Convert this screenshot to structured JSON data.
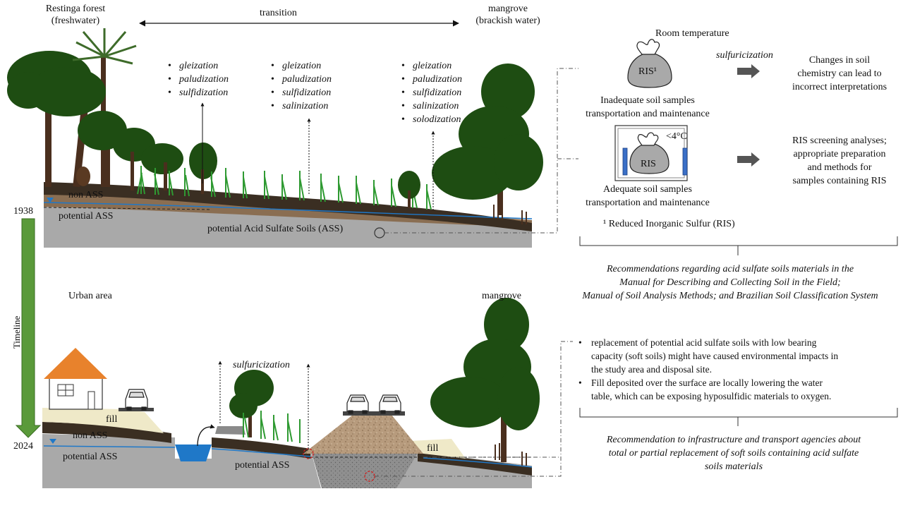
{
  "top_labels": {
    "restinga": "Restinga forest",
    "restinga_sub": "(freshwater)",
    "transition": "transition",
    "mangrove": "mangrove",
    "mangrove_sub": "(brackish water)"
  },
  "process_groups": [
    [
      "gleization",
      "paludization",
      "sulfidization"
    ],
    [
      "gleization",
      "paludization",
      "sulfidization",
      "salinization"
    ],
    [
      "gleization",
      "paludization",
      "sulfidization",
      "salinization",
      "solodization"
    ]
  ],
  "profile_1938": {
    "year": "1938",
    "non_ass": "non ASS",
    "potential_ass": "potential ASS",
    "potential_full": "potential Acid Sulfate Soils (ASS)"
  },
  "timeline": {
    "label": "Timeline"
  },
  "sample_panel": {
    "room_temperature": "Room temperature",
    "ris_bag": "RIS¹",
    "ris_bag_cold": "RIS",
    "cold_temp": "<4°C",
    "sulfuricization": "sulfuricization",
    "inadequate_line1": "Inadequate soil samples",
    "inadequate_line2": "transportation and maintenance",
    "adequate_line1": "Adequate soil samples",
    "adequate_line2": "transportation and maintenance",
    "changes_line1": "Changes in soil",
    "changes_line2": "chemistry can lead to",
    "changes_line3": "incorrect interpretations",
    "screen_line1": "RIS screening analyses;",
    "screen_line2": "appropriate preparation",
    "screen_line3": "and methods for",
    "screen_line4": "samples containing RIS",
    "footnote": "¹ Reduced Inorganic Sulfur (RIS)"
  },
  "recommendation_1": {
    "line1": "Recommendations regarding acid sulfate soils materials in the",
    "line2": "Manual for Describing and Collecting Soil in the Field;",
    "line3": "Manual of Soil Analysis Methods; and Brazilian Soil Classification System"
  },
  "profile_2024": {
    "year": "2024",
    "urban": "Urban area",
    "mangrove": "mangrove",
    "sulfuricization": "sulfuricization",
    "fill_left": "fill",
    "fill_right": "fill",
    "non_ass": "non ASS",
    "potential_ass_left": "potential ASS",
    "potential_ass_mid": "potential ASS"
  },
  "impacts": {
    "bullet1_a": "replacement of potential acid sulfate soils with low bearing",
    "bullet1_b": "capacity (soft soils) might have caused environmental impacts in",
    "bullet1_c": "the study area and disposal site.",
    "bullet2_a": "Fill deposited over the surface are locally lowering the water",
    "bullet2_b": "table, which can be exposing hyposulfidic materials to oxygen."
  },
  "recommendation_2": {
    "line1": "Recommendation to infrastructure and transport agencies about",
    "line2": "total or partial replacement of soft soils containing acid sulfate",
    "line3": "soils materials"
  },
  "colors": {
    "soil_gray": "#a9a9a9",
    "soil_brown": "#3a2e22",
    "soil_tan": "#8a6e52",
    "fill_cream": "#efe9c8",
    "water_blue": "#1f78c8",
    "tree_green": "#1e4d12",
    "grass_green": "#2f9a32",
    "roof_orange": "#e8822c",
    "timeline_green": "#5a9a3a",
    "gravel": "#b79b7d"
  }
}
